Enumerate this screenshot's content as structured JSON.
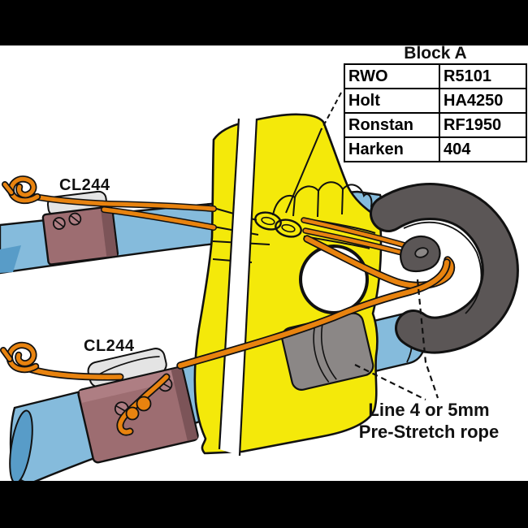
{
  "diagram": {
    "block_table": {
      "title": "Block A",
      "rows": [
        {
          "brand": "RWO",
          "code": "R5101"
        },
        {
          "brand": "Holt",
          "code": "HA4250"
        },
        {
          "brand": "Ronstan",
          "code": "RF1950"
        },
        {
          "brand": "Harken",
          "code": "404"
        }
      ]
    },
    "labels": {
      "cleat_upper": "CL244",
      "cleat_lower": "CL244",
      "rope_note_line1": "Line 4 or 5mm",
      "rope_note_line2": "Pre-Stretch rope"
    },
    "colors": {
      "background": "#ffffff",
      "letterbox": "#000000",
      "rudder_yellow": "#f4e90a",
      "tube_blue": "#85bbdc",
      "tube_blue_dark": "#589cc8",
      "cleat_mauve": "#9d6d71",
      "cleat_mauve_light": "#ae7e83",
      "cleat_mauve_dark": "#7c5458",
      "cleat_cap_gray": "#e4e4e4",
      "fitting_gray": "#8b8786",
      "hook_charcoal": "#5b5656",
      "rope_orange": "#e8830f",
      "line_black": "#111111"
    }
  }
}
